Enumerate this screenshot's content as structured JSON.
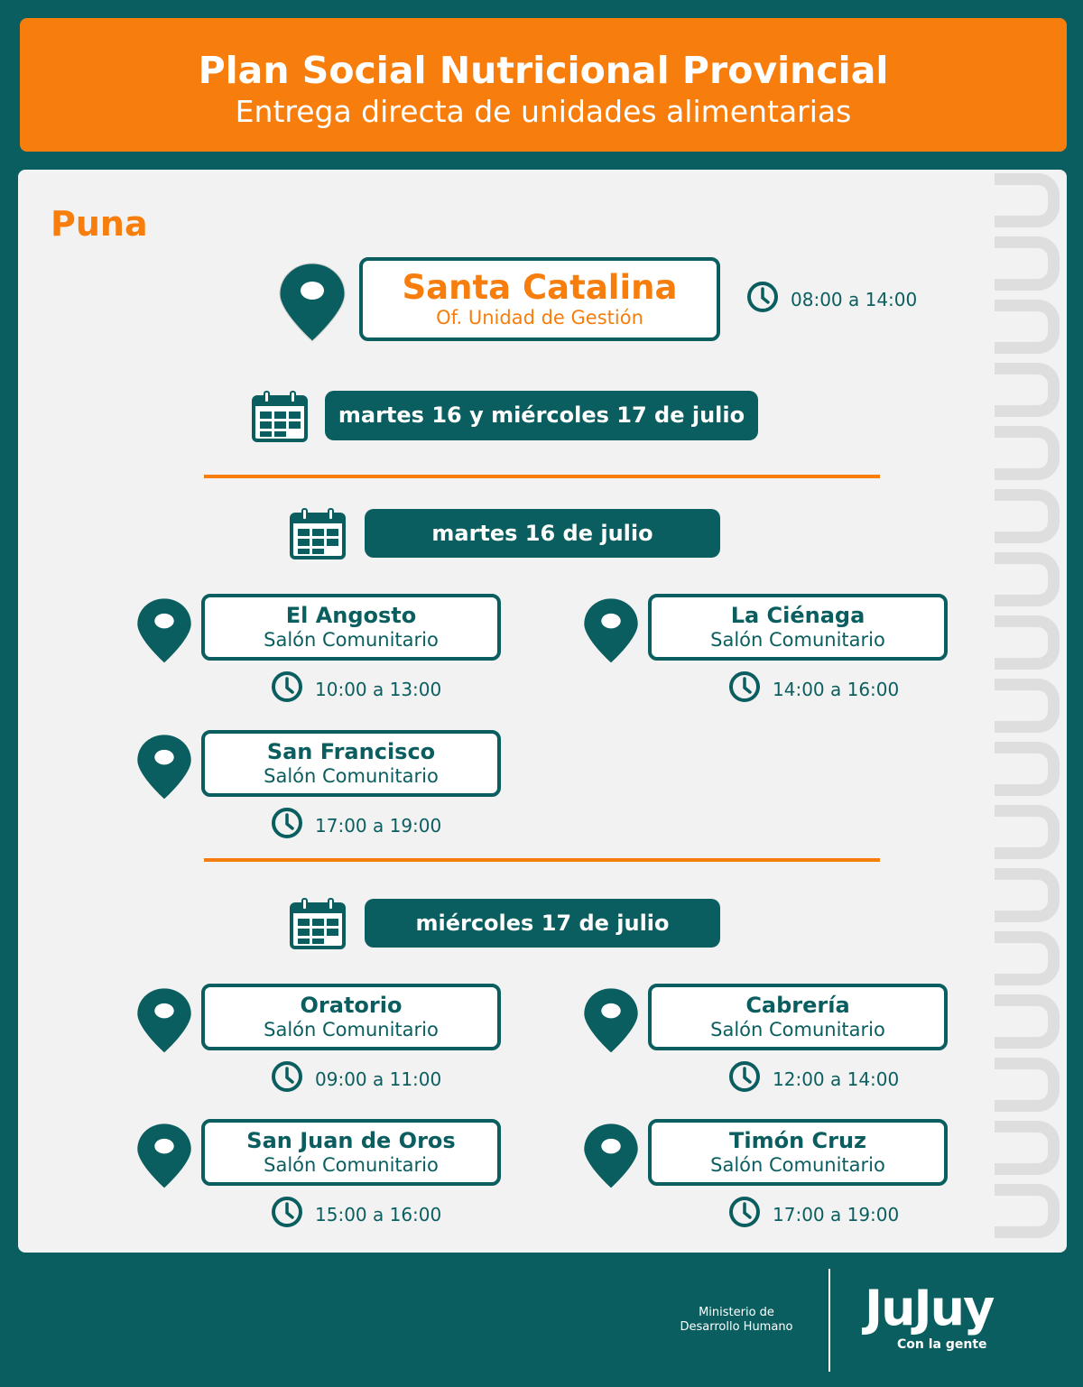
{
  "header": {
    "title": "Plan Social Nutricional Provincial",
    "subtitle": "Entrega directa de unidades alimentarias"
  },
  "region": "Puna",
  "main_location": {
    "name": "Santa Catalina",
    "place": "Of. Unidad de Gestión",
    "time": "08:00 a 14:00",
    "dates": "martes 16 y miércoles 17 de julio"
  },
  "days": [
    {
      "label": "martes 16 de julio",
      "locations": [
        {
          "name": "El Angosto",
          "place": "Salón Comunitario",
          "time": "10:00 a 13:00"
        },
        {
          "name": "La Ciénaga",
          "place": "Salón Comunitario",
          "time": "14:00 a 16:00"
        },
        {
          "name": "San Francisco",
          "place": "Salón Comunitario",
          "time": "17:00 a 19:00"
        }
      ]
    },
    {
      "label": "miércoles 17 de julio",
      "locations": [
        {
          "name": "Oratorio",
          "place": "Salón Comunitario",
          "time": "09:00 a 11:00"
        },
        {
          "name": "Cabrería",
          "place": "Salón Comunitario",
          "time": "12:00 a 14:00"
        },
        {
          "name": "San Juan de Oros",
          "place": "Salón Comunitario",
          "time": "15:00 a 16:00"
        },
        {
          "name": "Timón Cruz",
          "place": "Salón Comunitario",
          "time": "17:00 a 19:00"
        }
      ]
    }
  ],
  "footer": {
    "ministry": "Ministerio de Desarrollo Humano",
    "logo": "JuJuy",
    "slogan": "Con la gente"
  },
  "colors": {
    "teal": "#0b5e5f",
    "orange": "#f77d0c",
    "panel": "#f2f2f2"
  }
}
